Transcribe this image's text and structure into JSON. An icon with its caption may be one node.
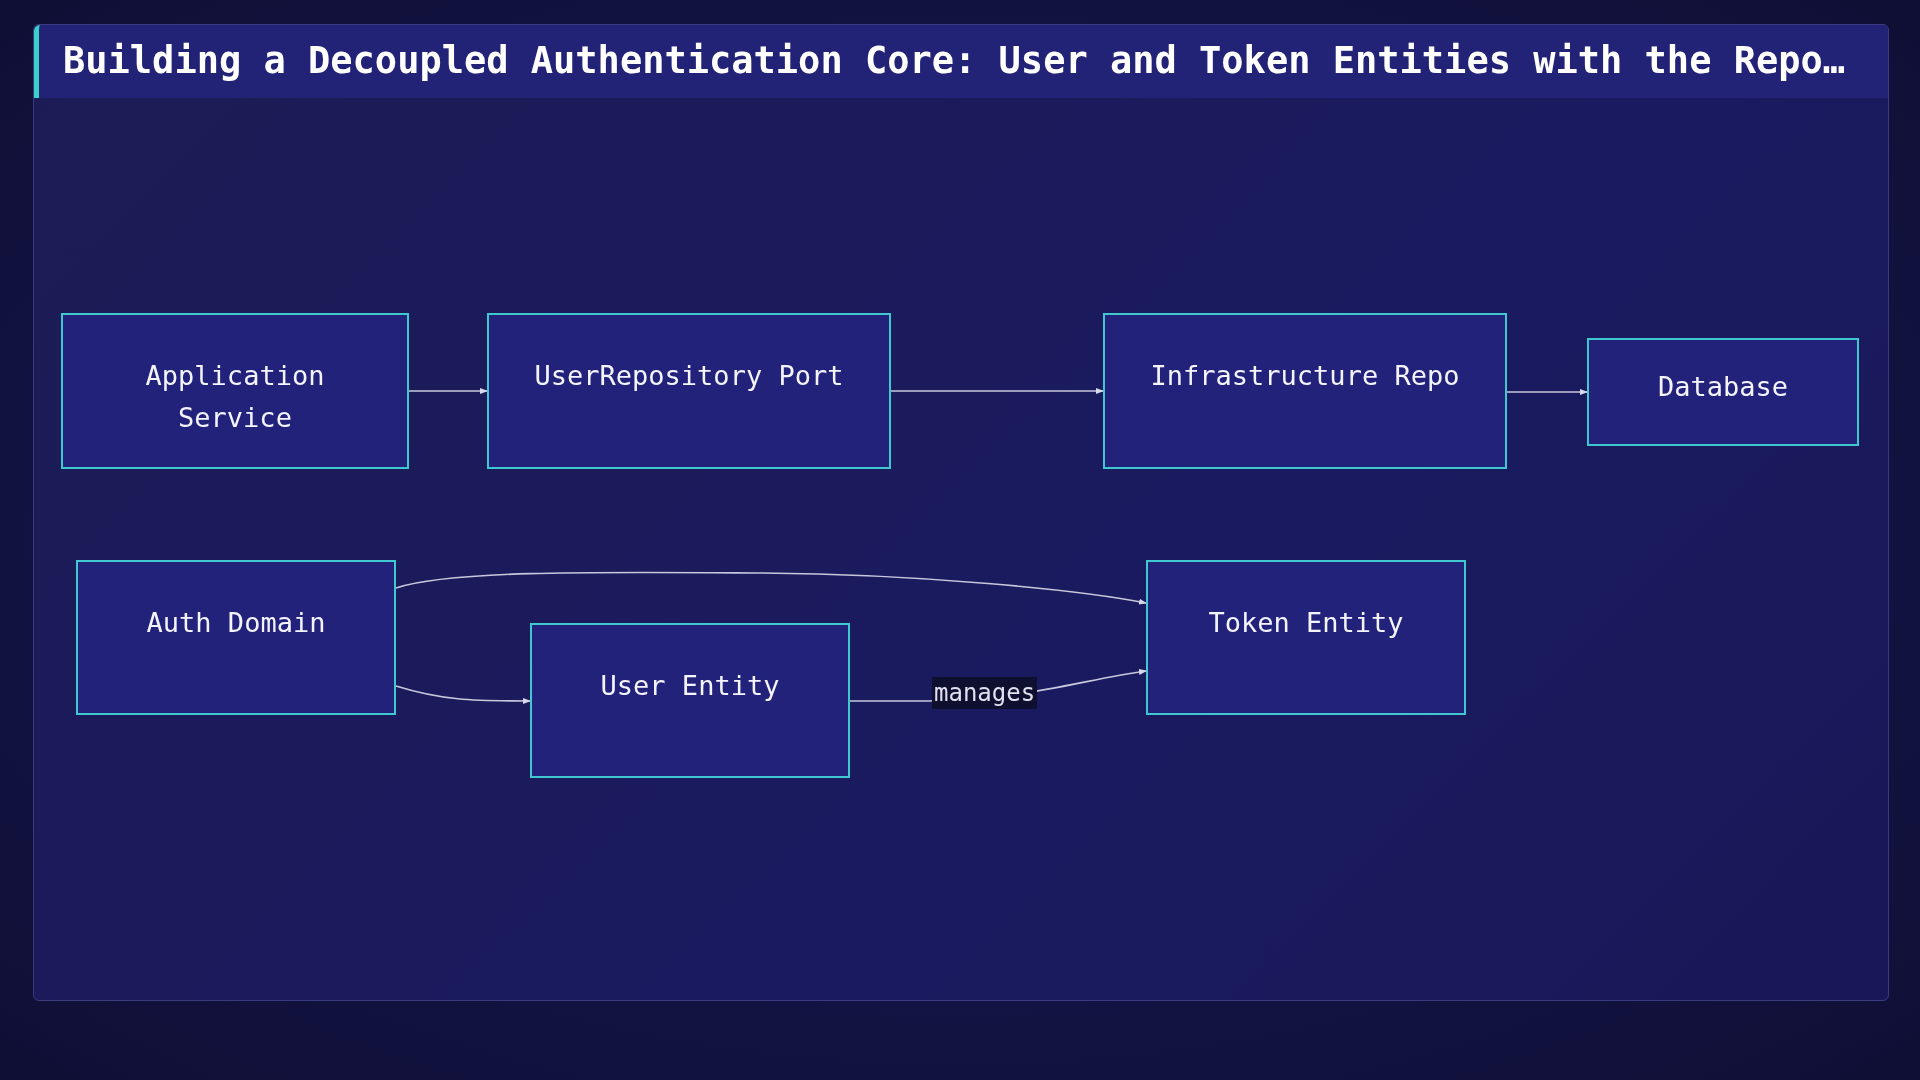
{
  "diagram": {
    "title": "Building a Decoupled Authentication Core: User and Token Entities with the Repo…",
    "nodes": [
      {
        "text": [
          "Application Service"
        ]
      },
      {
        "text": [
          "UserRepository Port"
        ]
      },
      {
        "text": [
          "Infrastructure Repo"
        ]
      },
      {
        "text": [
          "Database"
        ]
      },
      {
        "text": [
          "Auth Domain"
        ]
      },
      {
        "text": [
          "User Entity"
        ]
      },
      {
        "text": [
          "Token Entity"
        ]
      }
    ],
    "edges": [
      {
        "from": 0,
        "to": 1,
        "arrow": "to"
      },
      {
        "from": 1,
        "to": 2,
        "arrow": "to"
      },
      {
        "from": 2,
        "to": 3,
        "arrow": "to"
      },
      {
        "from": 4,
        "to": 6,
        "arrow": "to"
      },
      {
        "from": 4,
        "to": 5,
        "arrow": "to"
      },
      {
        "from": 5,
        "to": 6,
        "arrow": "to",
        "label": "manages"
      }
    ]
  }
}
